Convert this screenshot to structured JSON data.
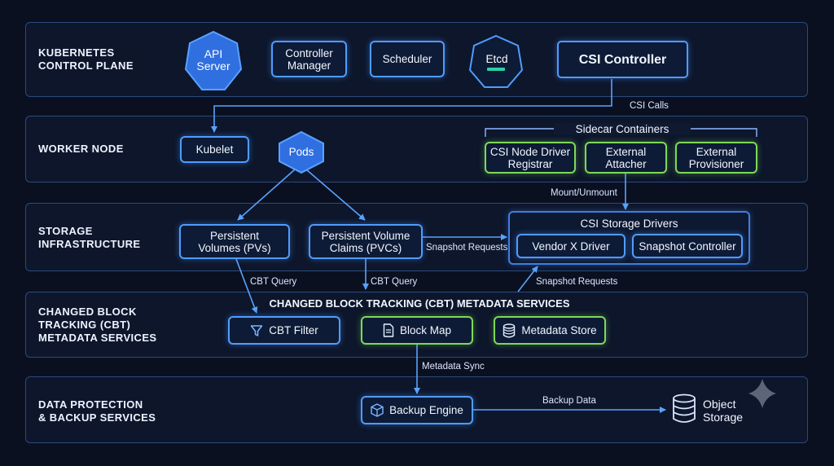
{
  "bands": {
    "control_plane": "KUBERNETES\nCONTROL PLANE",
    "worker_node": "WORKER NODE",
    "storage": "STORAGE\nINFRASTRUCTURE",
    "cbt": "CHANGED BLOCK\nTRACKING (CBT)\nMETADATA SERVICES",
    "backup": "DATA PROTECTION\n& BACKUP SERVICES"
  },
  "control_plane": {
    "api_server": "API\nServer",
    "controller_manager": "Controller\nManager",
    "scheduler": "Scheduler",
    "etcd": "Etcd",
    "csi_controller": "CSI Controller"
  },
  "worker": {
    "kubelet": "Kubelet",
    "pods": "Pods",
    "sidecar_title": "Sidecar Containers",
    "csi_node_driver": "CSI Node Driver\nRegistrar",
    "external_attacher": "External\nAttacher",
    "external_provisioner": "External\nProvisioner"
  },
  "storage": {
    "pvs": "Persistent\nVolumes (PVs)",
    "pvcs": "Persistent Volume\nClaims (PVCs)",
    "csi_drivers_title": "CSI Storage Drivers",
    "vendor_driver": "Vendor X Driver",
    "snapshot_controller": "Snapshot Controller"
  },
  "cbt": {
    "title": "CHANGED BLOCK TRACKING (CBT) METADATA SERVICES",
    "filter": "CBT Filter",
    "block_map": "Block Map",
    "metadata_store": "Metadata Store"
  },
  "backup": {
    "engine": "Backup Engine",
    "object_storage": "Object\nStorage"
  },
  "edges": {
    "csi_calls": "CSI Calls",
    "mount_unmount": "Mount/Unmount",
    "snapshot_requests_1": "Snapshot Requests",
    "cbt_query_1": "CBT Query",
    "cbt_query_2": "CBT Query",
    "snapshot_requests_2": "Snapshot Requests",
    "metadata_sync": "Metadata Sync",
    "backup_data": "Backup Data"
  },
  "colors": {
    "background": "#0a1020",
    "blue_accent": "#4f9cff",
    "green_accent": "#7ed957",
    "hex_fill": "#2f6fe0"
  },
  "icons": {
    "filter": "funnel-icon",
    "block_map": "document-icon",
    "metadata_store": "database-icon",
    "backup_engine": "cube-icon",
    "object_storage": "cylinder-storage-icon",
    "sparkle": "sparkle-icon"
  }
}
